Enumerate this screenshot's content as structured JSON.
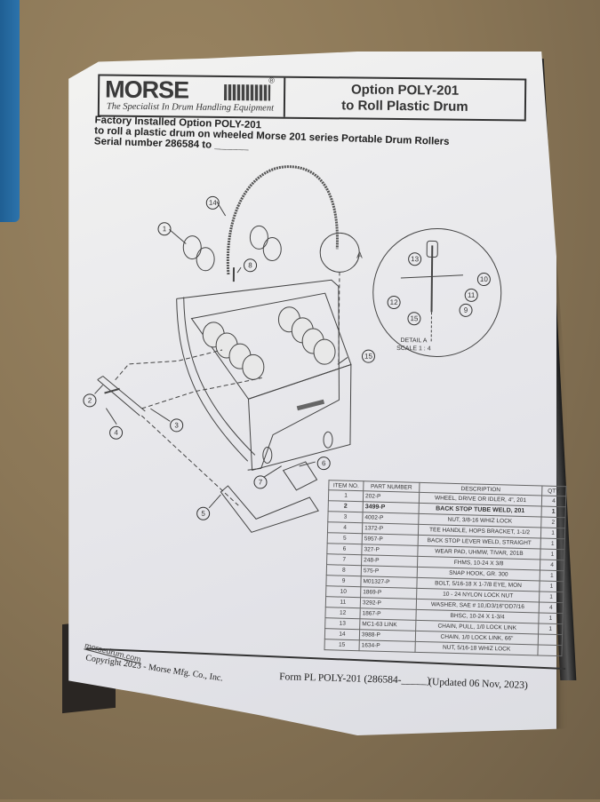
{
  "header": {
    "brand": "MORSE",
    "registered_mark": "®",
    "tagline": "The Specialist In Drum Handling Equipment",
    "title_line1": "Option POLY-201",
    "title_line2": "to Roll Plastic Drum"
  },
  "intro": {
    "line1": "Factory Installed Option POLY-201",
    "line2": "to roll a plastic drum on wheeled Morse 201 series Portable Drum Rollers",
    "line3": "Serial number 286584 to ______"
  },
  "drawing": {
    "callouts": [
      "1",
      "2",
      "3",
      "4",
      "5",
      "6",
      "7",
      "8",
      "9",
      "10",
      "11",
      "12",
      "13",
      "14",
      "15"
    ],
    "detail_ref": "A",
    "detail_title": "DETAIL A",
    "detail_scale": "SCALE 1 : 4"
  },
  "bom": {
    "headers": [
      "ITEM NO.",
      "PART NUMBER",
      "DESCRIPTION",
      "QTY."
    ],
    "rows": [
      {
        "item": "1",
        "part": "202-P",
        "desc": "WHEEL, DRIVE OR IDLER, 4\", 201",
        "qty": "4"
      },
      {
        "item": "2",
        "part": "3499-P",
        "desc": "BACK STOP TUBE WELD, 201",
        "qty": "1"
      },
      {
        "item": "3",
        "part": "4002-P",
        "desc": "NUT, 3/8-16 WHIZ LOCK",
        "qty": "2"
      },
      {
        "item": "4",
        "part": "1372-P",
        "desc": "TEE HANDLE, HOPS BRACKET, 1-1/2",
        "qty": "1"
      },
      {
        "item": "5",
        "part": "5957-P",
        "desc": "BACK STOP LEVER WELD, STRAIGHT",
        "qty": "1"
      },
      {
        "item": "6",
        "part": "327-P",
        "desc": "WEAR PAD, UHMW, TIVAR, 201B",
        "qty": "1"
      },
      {
        "item": "7",
        "part": "248-P",
        "desc": "FHMS, 10-24 X 3/8",
        "qty": "4"
      },
      {
        "item": "8",
        "part": "575-P",
        "desc": "SNAP HOOK, GR. 300",
        "qty": "1"
      },
      {
        "item": "9",
        "part": "M01327-P",
        "desc": "BOLT, 5/16-18 X 1-7/8 EYE, MON",
        "qty": "1"
      },
      {
        "item": "10",
        "part": "1869-P",
        "desc": "10 - 24 NYLON LOCK NUT",
        "qty": "1"
      },
      {
        "item": "11",
        "part": "3292-P",
        "desc": "WASHER, SAE # 10,ID3/16\"OD7/16",
        "qty": "4"
      },
      {
        "item": "12",
        "part": "1867-P",
        "desc": "BHSC, 10-24 X 1-3/4",
        "qty": "1"
      },
      {
        "item": "13",
        "part": "MC1-63 LINK",
        "desc": "CHAIN, PULL, 1/0 LOCK LINK",
        "qty": "1"
      },
      {
        "item": "14",
        "part": "3988-P",
        "desc": "CHAIN, 1/0 LOCK LINK, 66\"",
        "qty": ""
      },
      {
        "item": "15",
        "part": "1634-P",
        "desc": "NUT, 5/16-18 WHIZ LOCK",
        "qty": ""
      }
    ]
  },
  "footer": {
    "website": "morsedrum.com",
    "copyright": "Copyright 2023  -  Morse Mfg. Co., Inc.",
    "form_id": "Form PL POLY-201 (286584-_____)",
    "updated": "(Updated 06 Nov, 2023)"
  }
}
